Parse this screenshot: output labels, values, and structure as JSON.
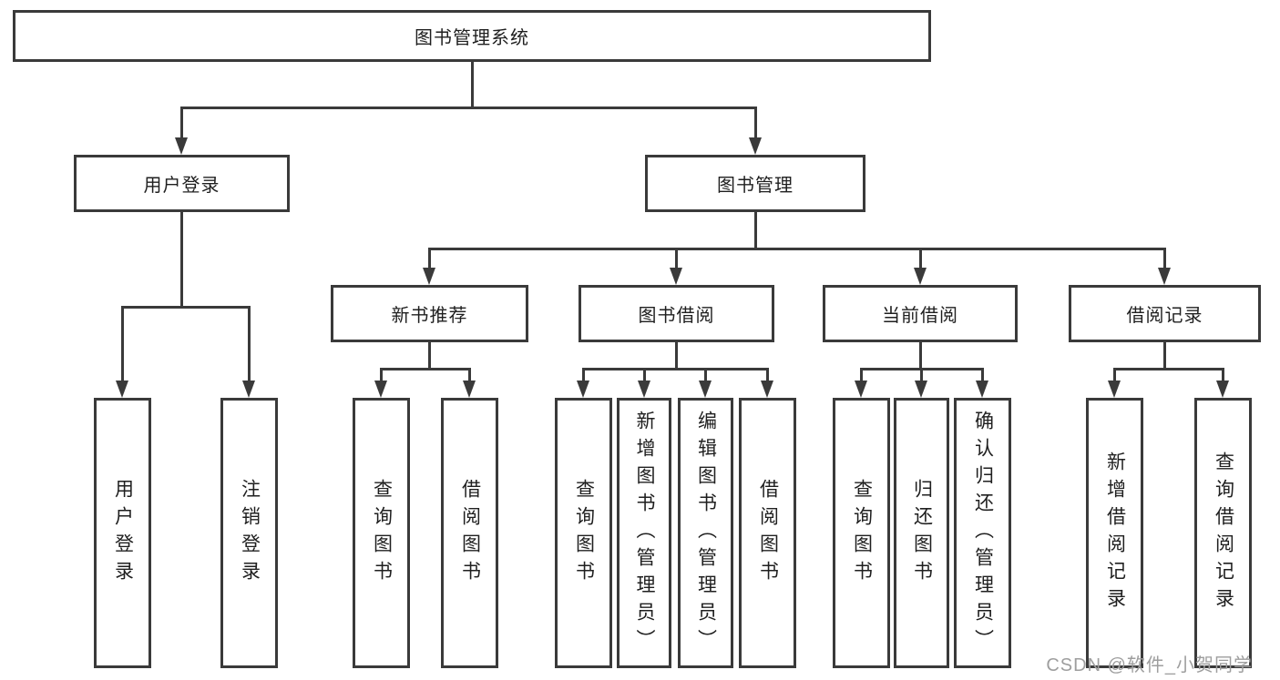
{
  "tree": {
    "root": {
      "label": "图书管理系统",
      "children": [
        {
          "label": "用户登录",
          "children": [
            {
              "label": "用户登录"
            },
            {
              "label": "注销登录"
            }
          ]
        },
        {
          "label": "图书管理",
          "children": [
            {
              "label": "新书推荐",
              "children": [
                {
                  "label": "查询图书"
                },
                {
                  "label": "借阅图书"
                }
              ]
            },
            {
              "label": "图书借阅",
              "children": [
                {
                  "label": "查询图书"
                },
                {
                  "label": "新增图书（管理员）"
                },
                {
                  "label": "编辑图书（管理员）"
                },
                {
                  "label": "借阅图书"
                }
              ]
            },
            {
              "label": "当前借阅",
              "children": [
                {
                  "label": "查询图书"
                },
                {
                  "label": "归还图书"
                },
                {
                  "label": "确认归还（管理员）"
                }
              ]
            },
            {
              "label": "借阅记录",
              "children": [
                {
                  "label": "新增借阅记录"
                },
                {
                  "label": "查询借阅记录"
                }
              ]
            }
          ]
        }
      ]
    }
  },
  "watermark": {
    "text": "CSDN @软件_小贺同学"
  },
  "colors": {
    "line": "#3a3a3a",
    "text": "#1f1f1f",
    "watermark": "#9e9e9e",
    "background": "#ffffff"
  }
}
